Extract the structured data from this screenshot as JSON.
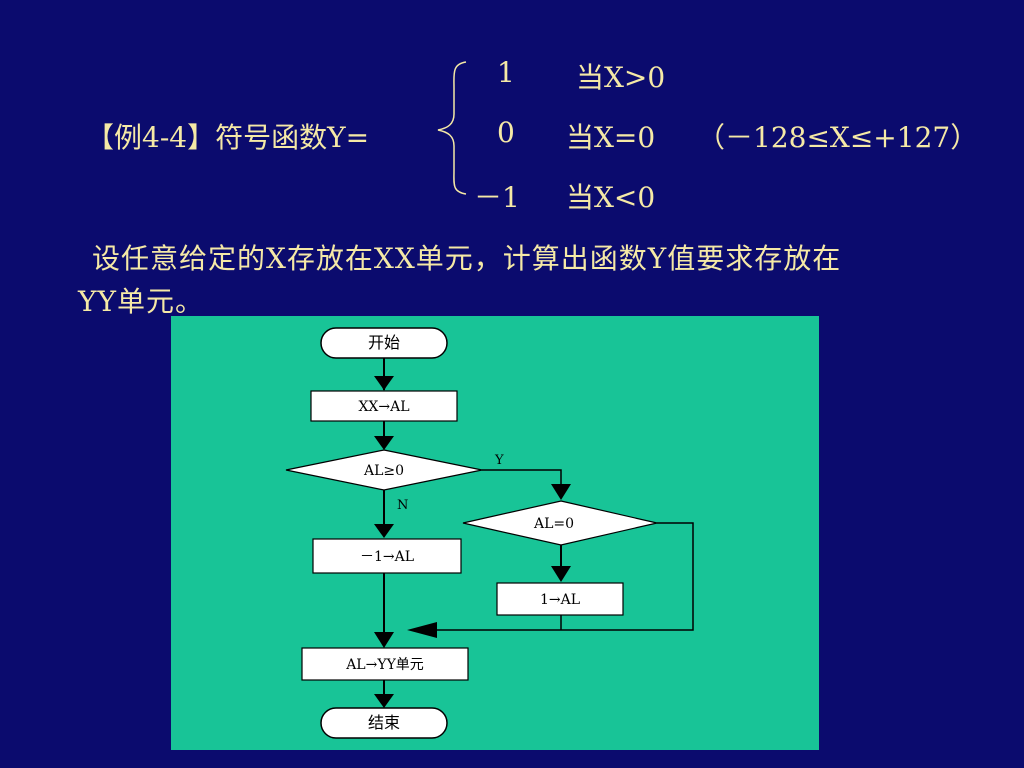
{
  "slide": {
    "lead": "【例4-4】符号函数Y=",
    "cases": [
      {
        "value": "1",
        "condition": "当X>0"
      },
      {
        "value": "0",
        "condition": "当X=0"
      },
      {
        "value": "－1",
        "condition": "当X<0"
      }
    ],
    "range": "（－128≤X≤+127）",
    "paragraph_line1": "设任意给定的X存放在XX单元，计算出函数Y值要求存放在",
    "paragraph_line2": "YY单元。"
  },
  "flowchart": {
    "background": "#18c497",
    "start": "开始",
    "step_load": "XX→AL",
    "decision_ge": "AL≥0",
    "label_yes": "Y",
    "label_no": "N",
    "decision_eq": "AL=0",
    "step_neg": "－1→AL",
    "step_pos": "1→AL",
    "step_store": "AL→YY单元",
    "end": "结束"
  }
}
